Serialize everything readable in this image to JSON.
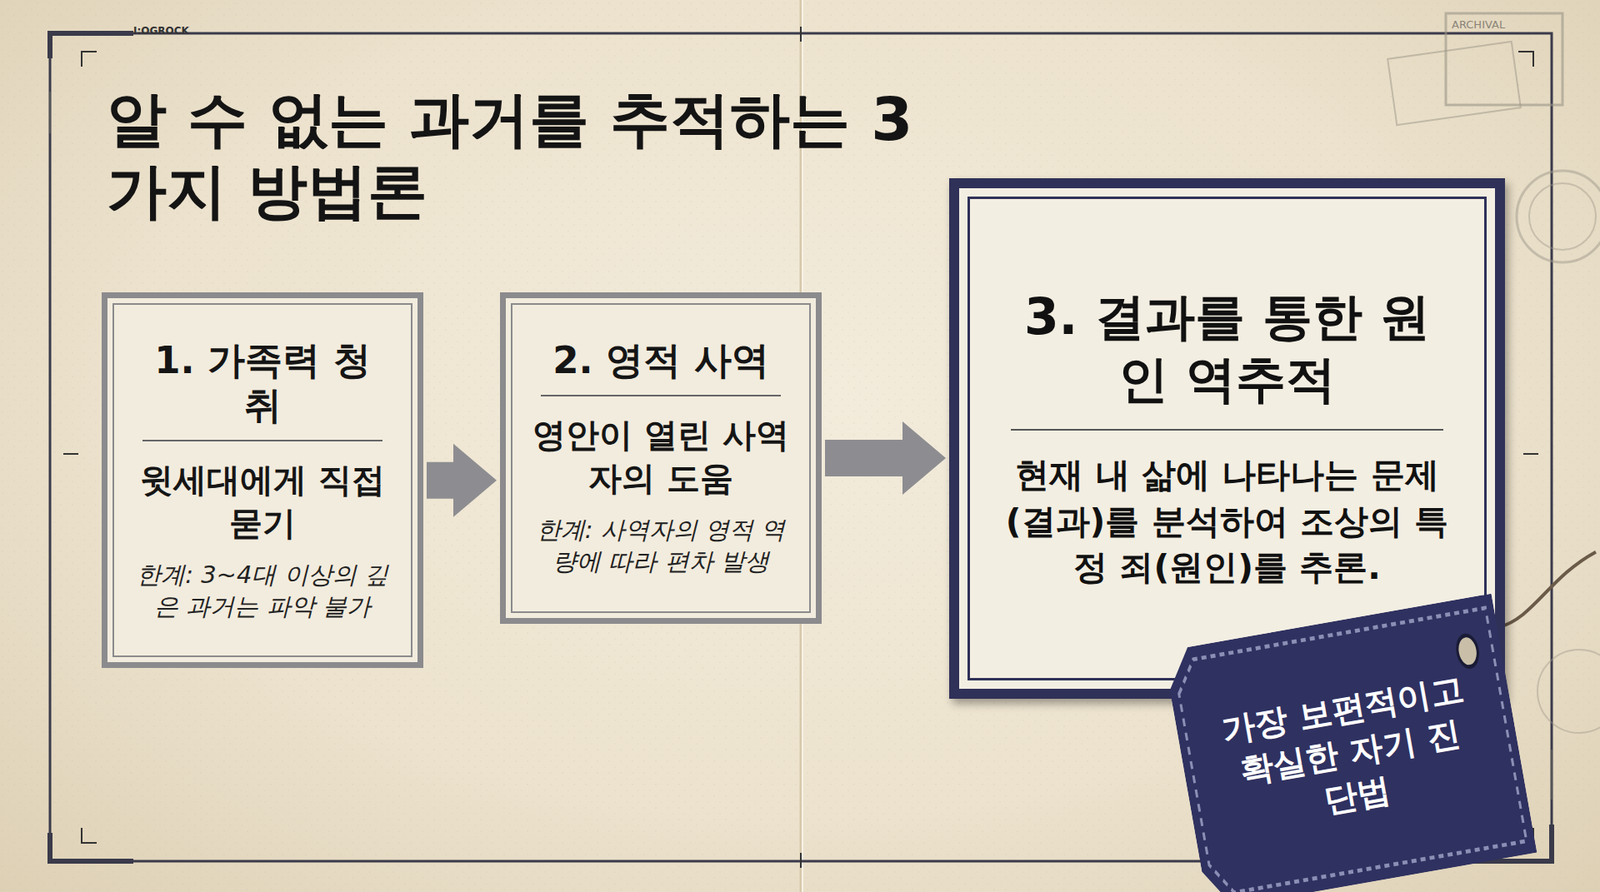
{
  "diagram": {
    "title": "알 수 없는 과거를 추적하는 3가지 방법론",
    "nodes": [
      {
        "text": [
          "1. 가족력 청취",
          "윗세대에게 직접 묻기",
          "한계: 3~4대 이상의 깊은 과거는 파악 불가"
        ]
      },
      {
        "text": [
          "2. 영적 사역",
          "영안이 열린 사역자의 도움",
          "한계: 사역자의 영적 역량에 따라 편차 발생"
        ]
      },
      {
        "text": [
          "3. 결과를 통한 원인 역추적",
          "현재 내 삶에 나타나는 문제(결과)를 분석하여 조상의 특정 죄(원인)를 추론."
        ]
      },
      {
        "text": [
          "가장 보편적이고 확실한 자기 진단법"
        ]
      }
    ],
    "edges": [
      {
        "from": 0,
        "to": 1,
        "arrow": "to"
      },
      {
        "from": 1,
        "to": 2,
        "arrow": "to"
      }
    ],
    "labels": [
      "I:OGROCK",
      "ARCHIVAL"
    ]
  }
}
